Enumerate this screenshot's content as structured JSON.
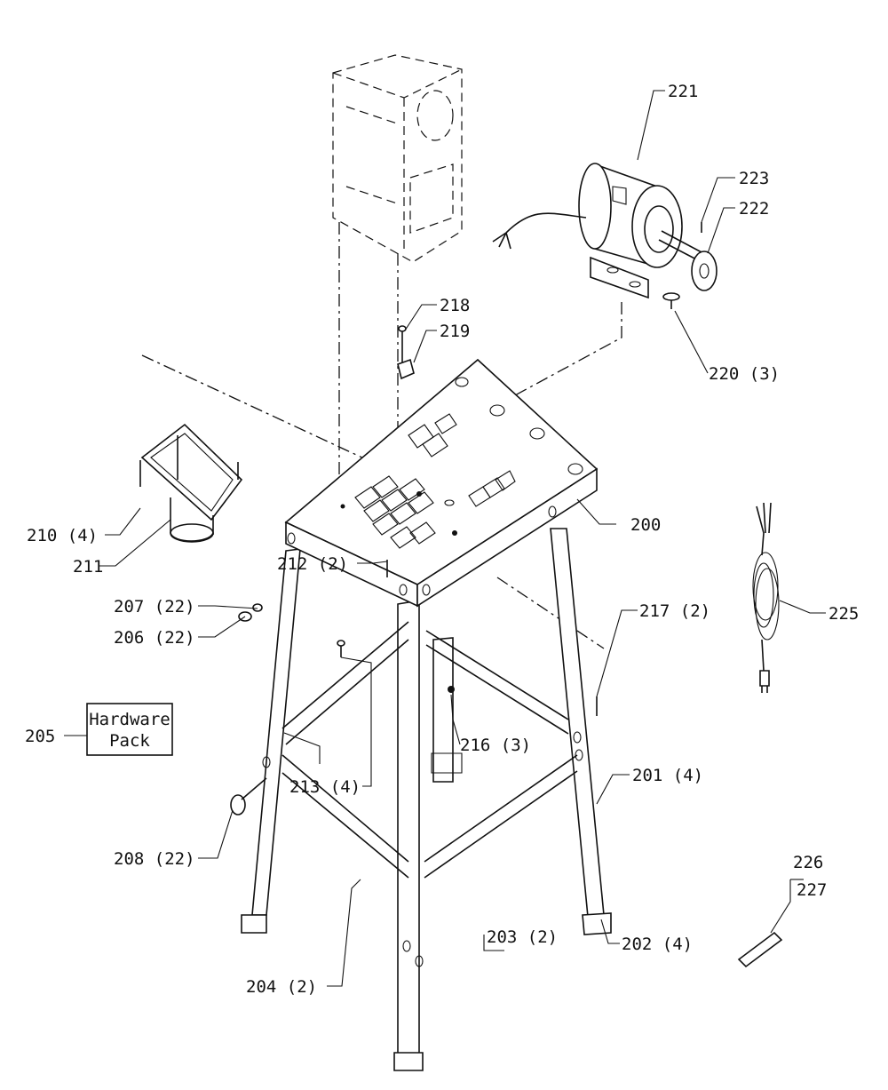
{
  "hardware_pack": {
    "line1": "Hardware",
    "line2": "Pack"
  },
  "callouts": {
    "c200": "200",
    "c201": "201 (4)",
    "c202": "202 (4)",
    "c203": "203 (2)",
    "c204": "204 (2)",
    "c205": "205",
    "c206": "206 (22)",
    "c207": "207 (22)",
    "c208": "208 (22)",
    "c210": "210 (4)",
    "c211": "211",
    "c212": "212 (2)",
    "c213": "213 (4)",
    "c216": "216 (3)",
    "c217": "217 (2)",
    "c218": "218",
    "c219": "219",
    "c220": "220 (3)",
    "c221": "221",
    "c222": "222",
    "c223": "223",
    "c225": "225",
    "c226": "226",
    "c227": "227"
  }
}
